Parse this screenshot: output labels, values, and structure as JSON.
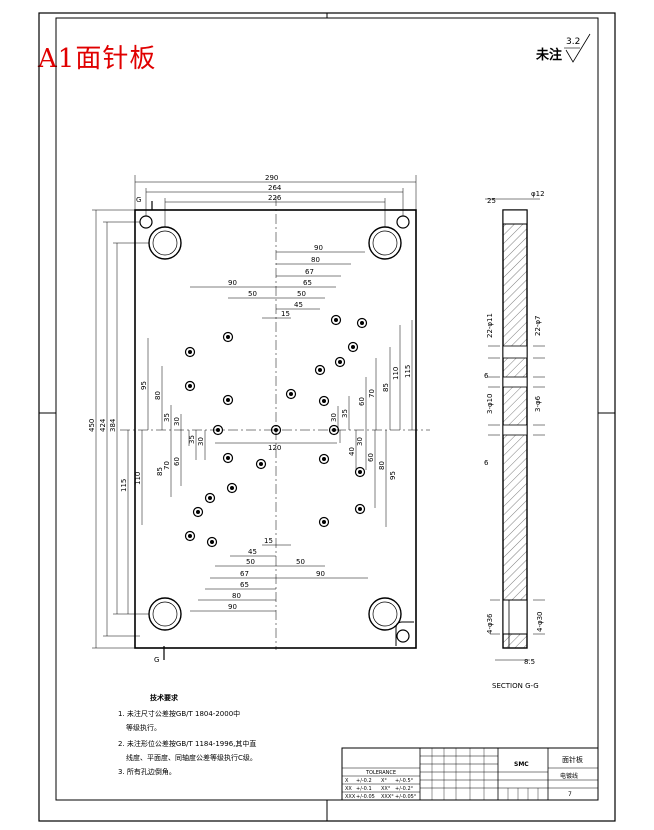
{
  "drawing_title": "A1面针板",
  "surface_note": {
    "label": "未注",
    "value": "3.2"
  },
  "dims_plan": {
    "overall_width": "290",
    "width_264": "264",
    "width_226": "226",
    "overall_height": "450",
    "height_424": "424",
    "height_384": "384",
    "left_115": "115",
    "left_110": "110",
    "top": [
      "90",
      "80",
      "67",
      "65",
      "50",
      "45",
      "15"
    ],
    "upper_left_90": "90",
    "upper_left_50": "50",
    "right_v": [
      "115",
      "110",
      "85",
      "70",
      "60",
      "35",
      "30"
    ],
    "center_120": "120",
    "left_v_upper": [
      "95",
      "80",
      "35",
      "30"
    ],
    "left_v_lower": [
      "35",
      "60",
      "70",
      "85",
      "30"
    ],
    "right_lower": [
      "30",
      "40",
      "60",
      "80",
      "95"
    ],
    "bottom": [
      "15",
      "45",
      "50",
      "50",
      "67",
      "65",
      "80",
      "90",
      "90"
    ],
    "section_marks": [
      "G",
      "G"
    ]
  },
  "dims_section": {
    "top_25": "25",
    "phi12": "φ12",
    "hole_22_11": "22-φ11",
    "hole_22_7": "22-φ7",
    "hole_3_10": "3-φ10",
    "hole_3_6": "3-φ6",
    "dim_6a": "6",
    "dim_6b": "6",
    "hole_4_36": "4-φ36",
    "hole_4_30": "4-φ30",
    "dim_8_5": "8.5",
    "section_label": "SECTION G-G"
  },
  "notes": {
    "heading": "技术要求",
    "lines": [
      "1. 未注尺寸公差按GB/T 1804-2000中",
      "等级执行。",
      "2. 未注形位公差按GB/T 1184-1996,其中直",
      "线度、平面度、同轴度公差等级执行C级。",
      "3. 所有孔边倒角。"
    ]
  },
  "title_block": {
    "tolerance_header": "TOLERANCE",
    "tol_rows": [
      [
        "X",
        "+/-0.2",
        "X°",
        "+/-0.5°"
      ],
      [
        "XX",
        "+/-0.1",
        "XX°",
        "+/-0.2°"
      ],
      [
        "XXX",
        "+/-0.05",
        "XXX°",
        "+/-0.05°"
      ]
    ],
    "company": "SMC",
    "part_name": "面针板",
    "drawing_no": "电镀线",
    "sheet": "7"
  }
}
